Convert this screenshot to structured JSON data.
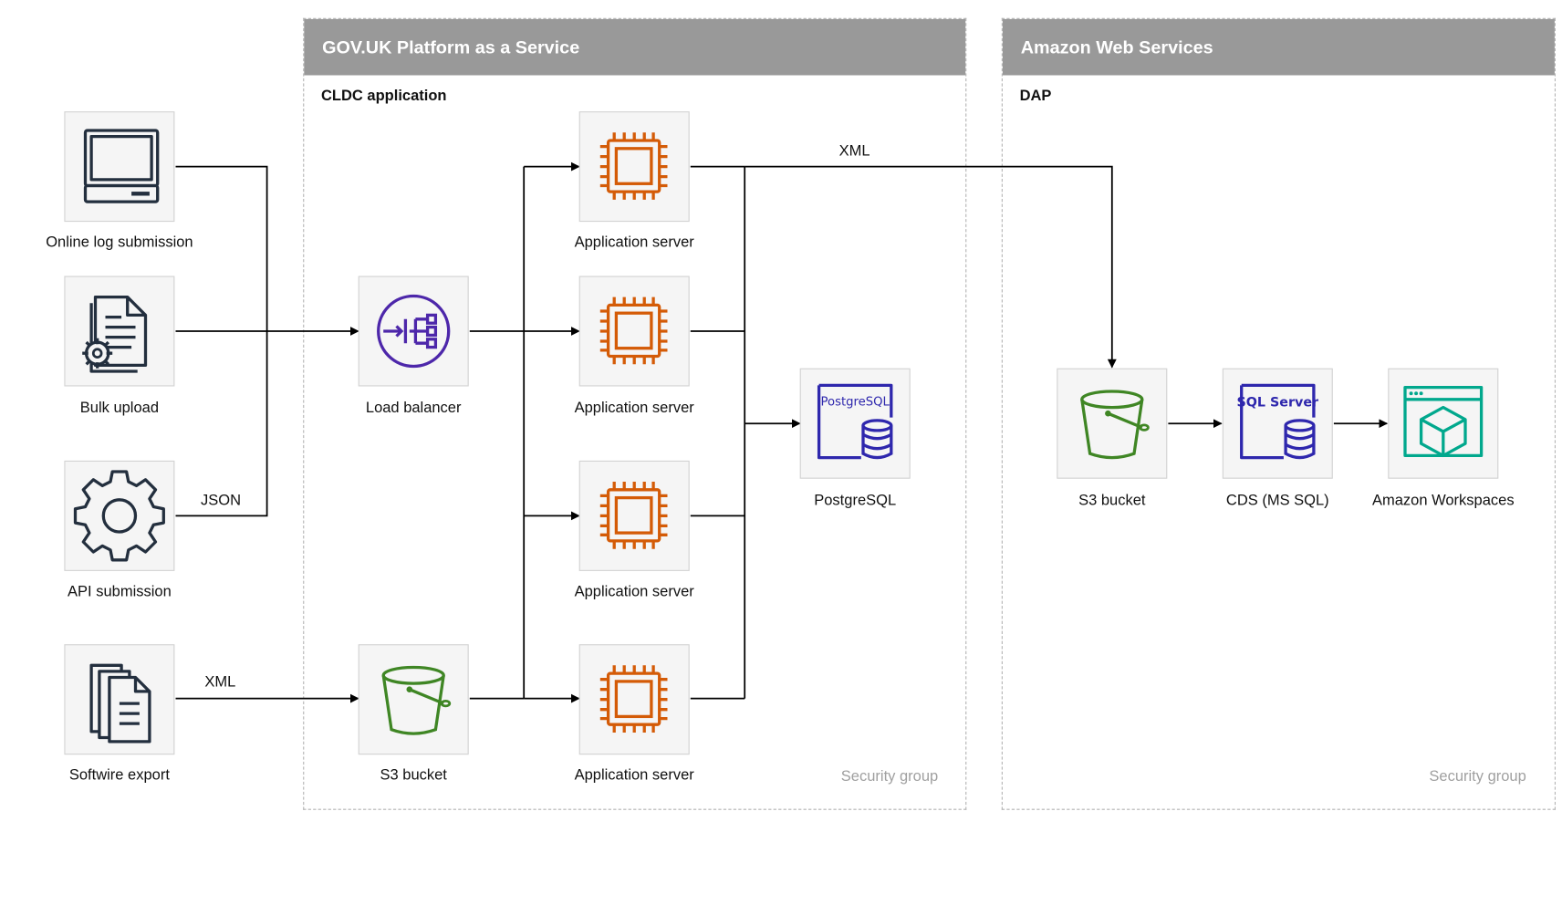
{
  "groups": {
    "paas": {
      "title": "GOV.UK Platform as a Service",
      "subtitle": "CLDC application",
      "footer": "Security group"
    },
    "aws": {
      "title": "Amazon Web Services",
      "subtitle": "DAP",
      "footer": "Security group"
    }
  },
  "nodes": {
    "online_log": "Online log submission",
    "bulk_upload": "Bulk upload",
    "api_submission": "API submission",
    "softwire_export": "Softwire export",
    "load_balancer": "Load balancer",
    "s3_paas": "S3 bucket",
    "app1": "Application server",
    "app2": "Application server",
    "app3": "Application server",
    "app4": "Application server",
    "postgres": "PostgreSQL",
    "s3_aws": "S3 bucket",
    "cds": "CDS (MS SQL)",
    "workspaces": "Amazon Workspaces"
  },
  "icon_text": {
    "postgres": "PostgreSQL",
    "sqlserver": "SQL Server"
  },
  "edge_labels": {
    "json": "JSON",
    "xml_export": "XML",
    "xml_dap": "XML"
  },
  "colors": {
    "group_header": "#999999",
    "compute": "#D45B07",
    "elb": "#4D27AA",
    "s3": "#3F8624",
    "db": "#2E27AD",
    "workspaces": "#01A88D",
    "ink": "#232F3E"
  }
}
